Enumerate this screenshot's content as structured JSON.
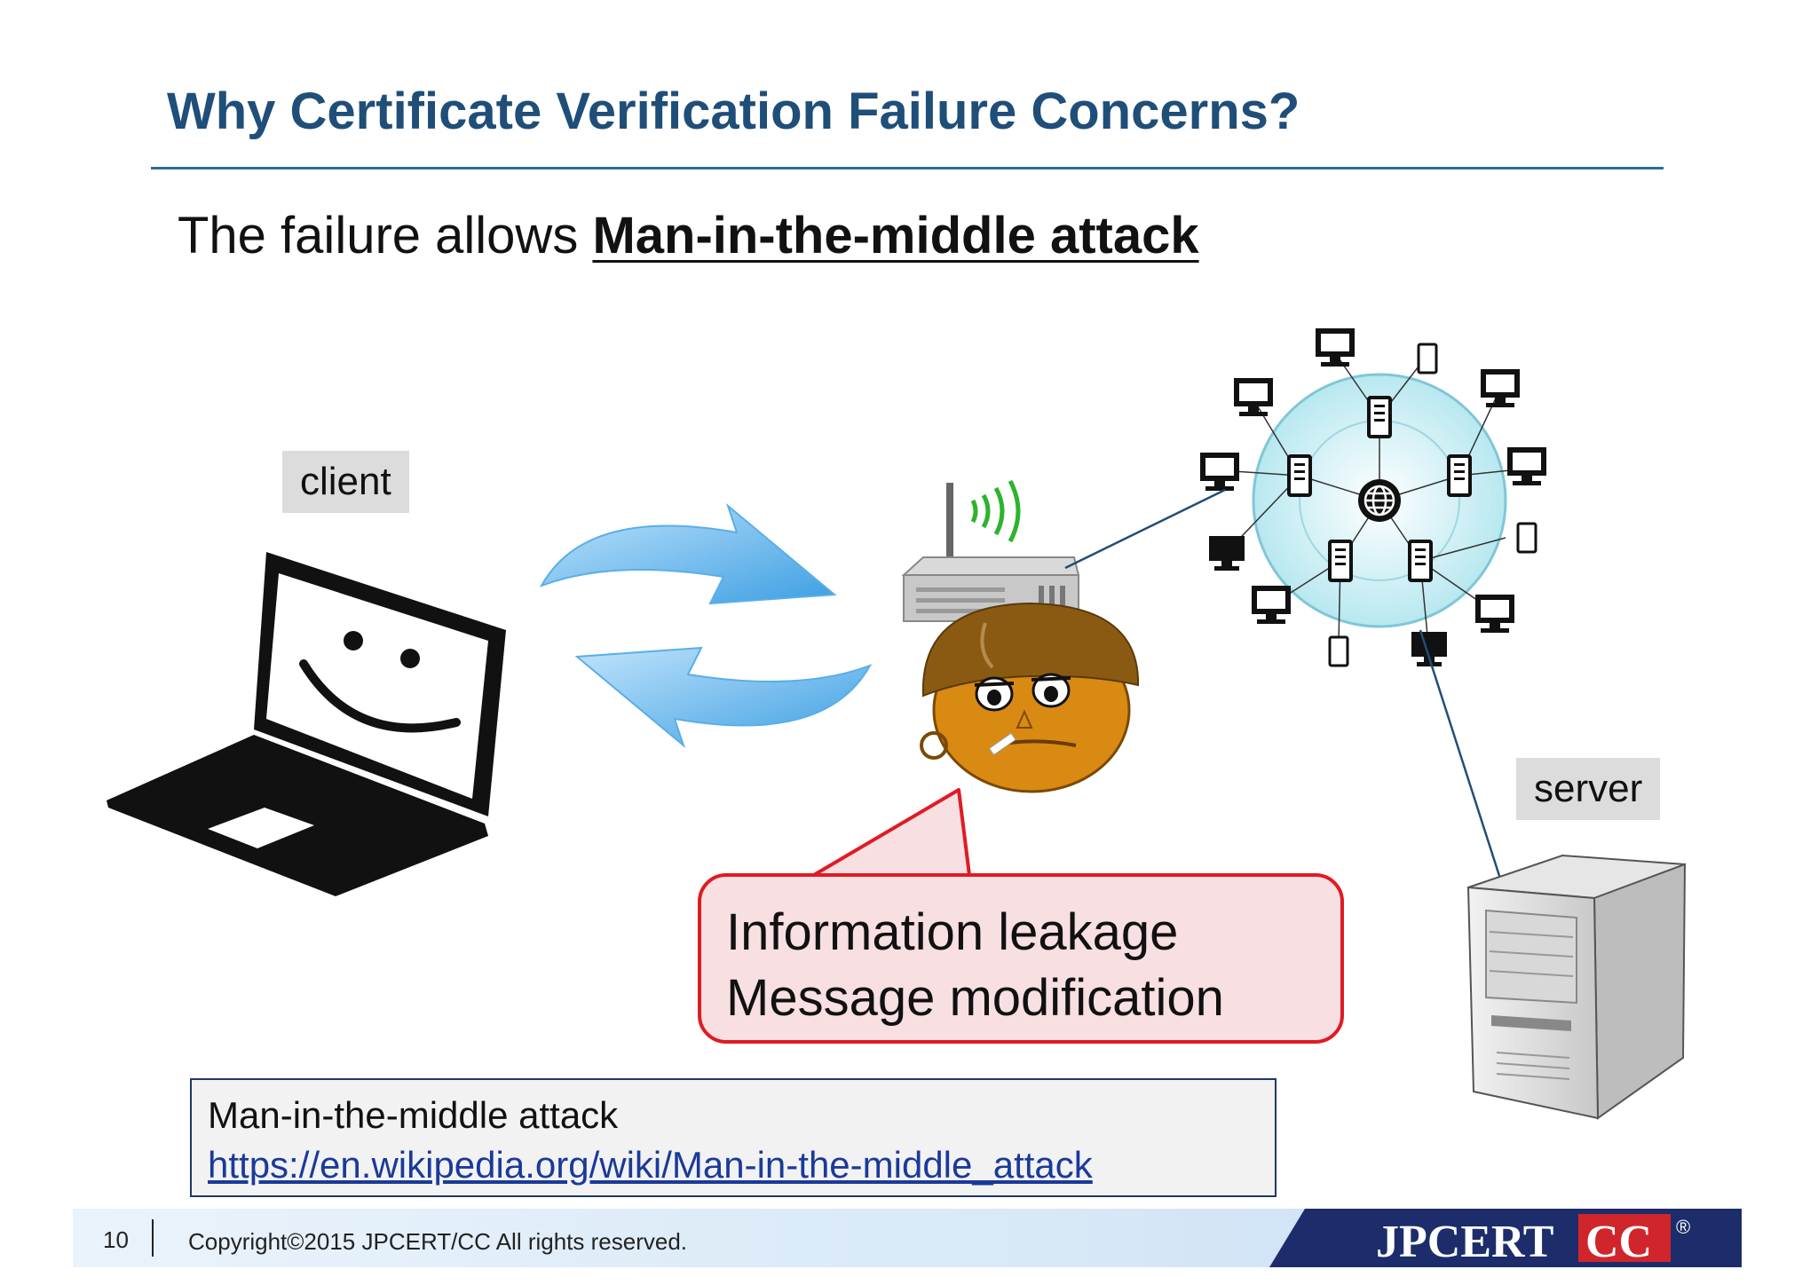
{
  "slide": {
    "title": "Why Certificate Verification Failure Concerns?",
    "subtitle_prefix": "The failure allows ",
    "subtitle_emphasis": "Man-in-the-middle attack"
  },
  "diagram": {
    "client_label": "client",
    "server_label": "server",
    "bubble_lines": [
      "Information leakage",
      "Message modification"
    ]
  },
  "reference": {
    "heading": "Man-in-the-middle attack",
    "link": "https://en.wikipedia.org/wiki/Man-in-the-middle_attack"
  },
  "footer": {
    "page_number": "10",
    "copyright": "Copyright©2015 JPCERT/CC All rights reserved.",
    "logo_text_a": "JPCERT",
    "logo_text_b": "CC",
    "logo_mark": "®"
  },
  "icons": {
    "laptop": "laptop-smiley-icon",
    "router": "wifi-router-icon",
    "attacker": "attacker-face-icon",
    "network": "internet-network-icon",
    "server": "server-tower-icon",
    "arrows": "exchange-arrows-icon"
  },
  "colors": {
    "title": "#1f4e79",
    "bubble_border": "#e01b24",
    "bubble_fill": "#f7dfe2",
    "link": "#1a3a9a",
    "logo_red": "#d0262b",
    "logo_navy": "#1d2d6b"
  }
}
